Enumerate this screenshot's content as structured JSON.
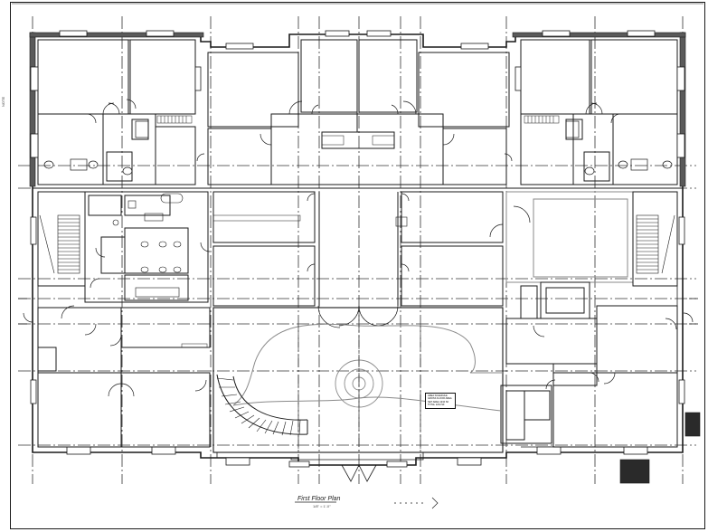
{
  "plan": {
    "title": "First Floor Plan",
    "scale": "1/8\" = 1'-0\"",
    "info_lines": [
      "AREA SCHEDULE",
      "GROSS FLOOR AREA",
      "NET AREA      1234 SF",
      "TOTAL         1234 SF"
    ],
    "margin_note": "NOTE"
  },
  "colors": {
    "line": "#1a1a1a",
    "grid": "#333333",
    "gray": "#8a8a8a",
    "light": "#b5b5b5"
  }
}
